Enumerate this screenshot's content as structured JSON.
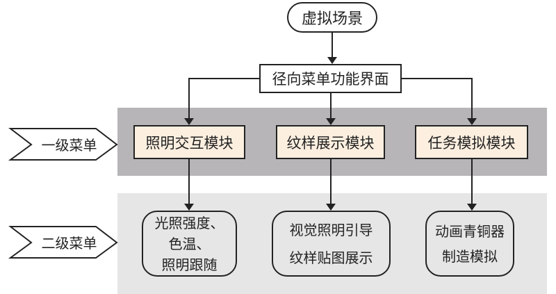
{
  "diagram": {
    "start_node": "虚拟场景",
    "radial_menu": "径向菜单功能界面",
    "levels": [
      {
        "label": "一级菜单"
      },
      {
        "label": "二级菜单"
      }
    ],
    "modules": [
      {
        "title": "照明交互模块",
        "submenu_lines": [
          "光照强度、",
          "色温、",
          "照明跟随"
        ]
      },
      {
        "title": "纹样展示模块",
        "submenu_lines": [
          "视觉照明引导",
          "纹样贴图展示"
        ]
      },
      {
        "title": "任务模拟模块",
        "submenu_lines": [
          "动画青铜器",
          "制造模拟"
        ]
      }
    ],
    "colors": {
      "level1_band": "#b7b5b8",
      "level2_band": "#e6e6e6",
      "module_fill": "#fcefe0",
      "stroke": "#222222"
    }
  }
}
